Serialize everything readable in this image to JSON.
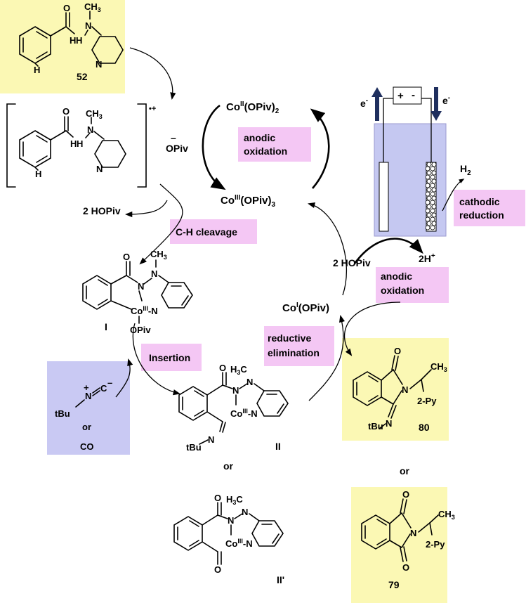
{
  "colors": {
    "yellow_box": "#fbf8b4",
    "blue_box": "#c9c9f3",
    "pink_box": "#f4c7f4",
    "electrode_arrow": "#1f2f5e",
    "cell_fill": "#c5c8f1"
  },
  "labels": {
    "co_ii": "Co",
    "co_ii_sup": "II",
    "co_ii_rest": "(OPiv)",
    "co_ii_sub": "2",
    "co_iii": "Co",
    "co_iii_sup": "III",
    "co_iii_rest": "(OPiv)",
    "co_iii_sub": "3",
    "co_i": "Co",
    "co_i_sup": "I",
    "co_i_rest": "(OPiv)",
    "anodic_oxidation_top": [
      "anodic",
      "oxidation"
    ],
    "anodic_oxidation_right": [
      "anodic",
      "oxidation"
    ],
    "cathodic_reduction": [
      "cathodic",
      "reduction"
    ],
    "ch_cleavage": "C-H cleavage",
    "insertion": "Insertion",
    "reductive_elimination": [
      "reductive",
      "elimination"
    ],
    "hopiv_left": "2 HOPiv",
    "hopiv_right": "2 HOPiv",
    "opiv_anion": "OPiv",
    "opiv_minus": "–",
    "two_h_plus": "2H",
    "h_plus_sup": "+",
    "h2": "H",
    "h2_sub": "2",
    "e_left": "e",
    "e_right": "e",
    "e_sup": "-",
    "plus": "+",
    "minus": "-",
    "radical_cation": "•+",
    "reagent_tbu": "tBu",
    "reagent_or": "or",
    "reagent_co": "CO",
    "or_middle": "or",
    "or_right": "or",
    "compound_52": "52",
    "compound_80": "80",
    "compound_79": "79",
    "intermediate_I": "I",
    "intermediate_II": "II",
    "intermediate_II_prime": "II'"
  },
  "atoms": {
    "O": "O",
    "N": "N",
    "NH": "N",
    "H": "H",
    "CH3": "CH",
    "CH3_sub": "3",
    "H3C": "H",
    "H3C_rest": "C",
    "H3C_sub": "3",
    "Co": "Co",
    "Co_sup": "III",
    "OPiv": "OPiv",
    "tBu": "tBu",
    "two_py": "2-Py",
    "C": "C",
    "N_plus": "+",
    "C_minus": "–",
    "Co_N": "-N"
  }
}
